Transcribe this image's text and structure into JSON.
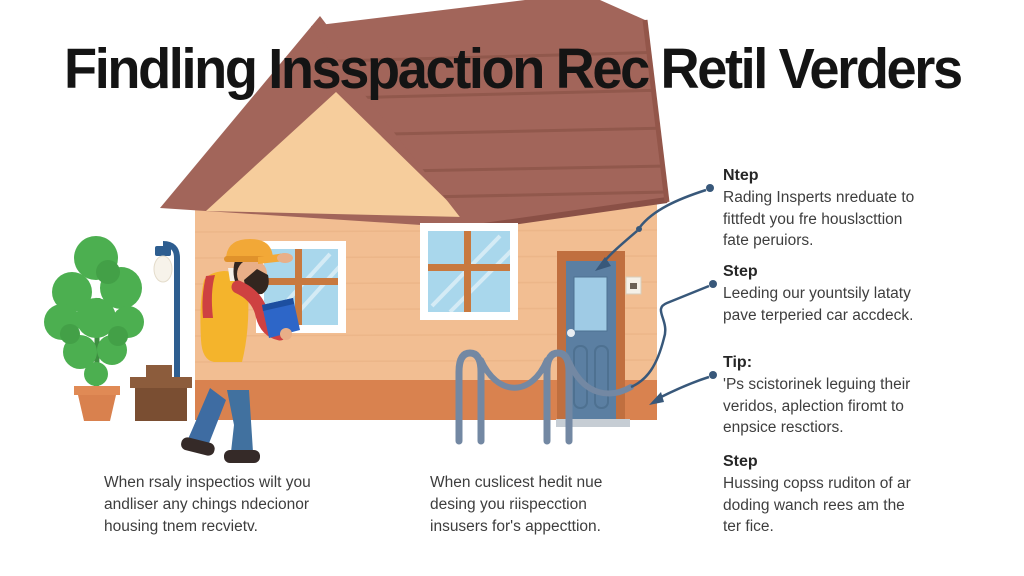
{
  "title": "Findling Insspaction Rec Retil Verders",
  "callouts": [
    {
      "heading": "Ntep",
      "body": "Rading Insperts nreduate to\nfittfedt you fre houslɜcttion\nfate peruiors."
    },
    {
      "heading": "Step",
      "body": "Leeding our yountsily lataty\npave terperied car accdeck."
    },
    {
      "heading": "Tip:",
      "body": "'Ps scistorinek leguing their\nveridos, aplection firomt to\nenpsice resctiors."
    },
    {
      "heading": "Step",
      "body": "Hussing copss ruditon of ar\ndoding wanch rees am the\nter fice."
    }
  ],
  "footnotes": [
    {
      "body": "When rsaly inspectios wilt you\nandliser any chings ndecionor\nhousing tnem recvietv."
    },
    {
      "body": "When cuslicest hedit nue\ndesing you riispecction\ninsusers for's appecttion."
    }
  ],
  "illustration": {
    "background": "#ffffff",
    "house": {
      "roof": "#a2655a",
      "roof_plank_line": "#91584c",
      "roof_edge": "#8a5046",
      "gable_inner": "#f6cd9c",
      "wall": "#f2be92",
      "wall_line": "#e8b183",
      "base_strip": "#d9824f",
      "window_frame": "#ffffff",
      "window_glass": "#a9d7ec",
      "window_muntin": "#c8793f",
      "door_frame": "#c06f3f",
      "door": "#5b7fa2",
      "door_window": "#9fcbe5",
      "threshold": "#c6cdd4"
    },
    "inspector": {
      "hard_hat": "#f2a837",
      "shirt": "#ce4141",
      "vest": "#f4b42c",
      "jeans": "#3e6ca2",
      "skin": "#e9af88",
      "hair": "#33261f",
      "clipboard": "#2d66c8",
      "shoes": "#352a28"
    },
    "props": {
      "plant_leaf": "#4caf50",
      "plant_leaf_dark": "#43a047",
      "plant_pot": "#d9814e",
      "lamp_pole": "#2e5e90",
      "lamp_bulb": "#f7f3ea",
      "box_dark": "#7a4e32",
      "box_light": "#8c5c3c",
      "railing": "#7388a3"
    },
    "callout_line": "#38587a"
  }
}
